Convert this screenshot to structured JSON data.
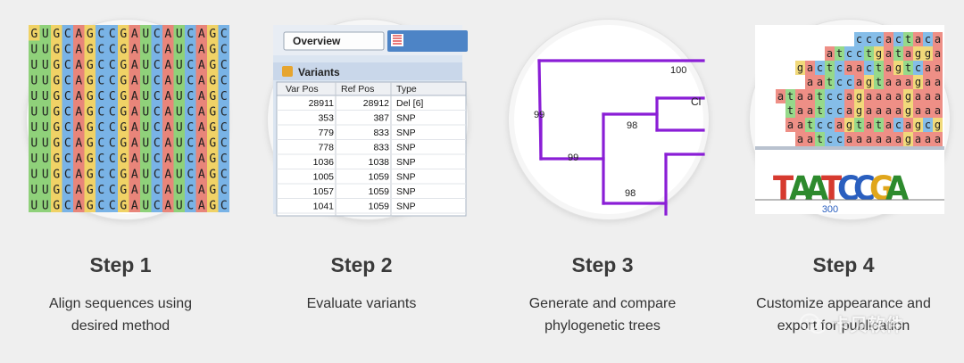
{
  "steps": [
    {
      "title": "Step 1",
      "desc": [
        "Align sequences using",
        "desired method"
      ]
    },
    {
      "title": "Step 2",
      "desc": [
        "Evaluate variants"
      ]
    },
    {
      "title": "Step 3",
      "desc": [
        "Generate and compare",
        "phylogenetic trees"
      ]
    },
    {
      "title": "Step 4",
      "desc": [
        "Customize appearance and",
        "export for publication"
      ]
    }
  ],
  "step1": {
    "rows": [
      "GUGCAGCCGAUCAUCAGC",
      "UUGCAGCCGAUCAUCAGC",
      "UUGCAGCCGAUCAUCAGC",
      "UUGCAGCCGAUCAUCAGC",
      "UUGCAGCCGAUCAUCAGC",
      "UUGCAGCCGAUCAUCAGC",
      "UUGCAGCCGAUCAUCAGC",
      "UUGCAGCCGAUCAUCAGC",
      "UUGCAGCCGAUCAUCAGC",
      "UUGCAGCCGAUCAUCAGC",
      "UUGCAGCCGAUCAUCAGC",
      "UUGCAGCCGAUCAUCAGC"
    ],
    "colors": {
      "A": "#e8857a",
      "C": "#79b3e6",
      "G": "#f0d266",
      "U": "#8fd17a"
    }
  },
  "step2": {
    "overview_label": "Overview",
    "panel_title": "Variants",
    "columns": [
      "Var Pos",
      "Ref Pos",
      "Type"
    ],
    "rows": [
      [
        "28911",
        "28912",
        "Del [6]"
      ],
      [
        "353",
        "387",
        "SNP"
      ],
      [
        "779",
        "833",
        "SNP"
      ],
      [
        "778",
        "833",
        "SNP"
      ],
      [
        "1036",
        "1038",
        "SNP"
      ],
      [
        "1005",
        "1059",
        "SNP"
      ],
      [
        "1057",
        "1059",
        "SNP"
      ],
      [
        "1041",
        "1059",
        "SNP"
      ]
    ]
  },
  "step3": {
    "bootstrap_labels": [
      "100",
      "99",
      "98",
      "99",
      "98"
    ],
    "leaf_label": "Cl",
    "branch_color": "#8a1ed6"
  },
  "step4": {
    "rows": [
      "cccactaca",
      "atcctgatagga",
      "gactcaactagtcaa",
      "aatccagtaaagaa",
      "ataatccagaaaagaaa",
      "taatccagaaaagaaa",
      "aatccagtatacagcg",
      "aatccaaaaaagaaa"
    ],
    "colors": {
      "a": "#ee8f86",
      "c": "#85bde8",
      "g": "#f1d97a",
      "t": "#96d98a"
    },
    "logo_text": "TAATCCGA",
    "axis_tick": "300"
  },
  "watermark": {
    "text": "卡贝软件",
    "icon": "wechat-icon"
  }
}
